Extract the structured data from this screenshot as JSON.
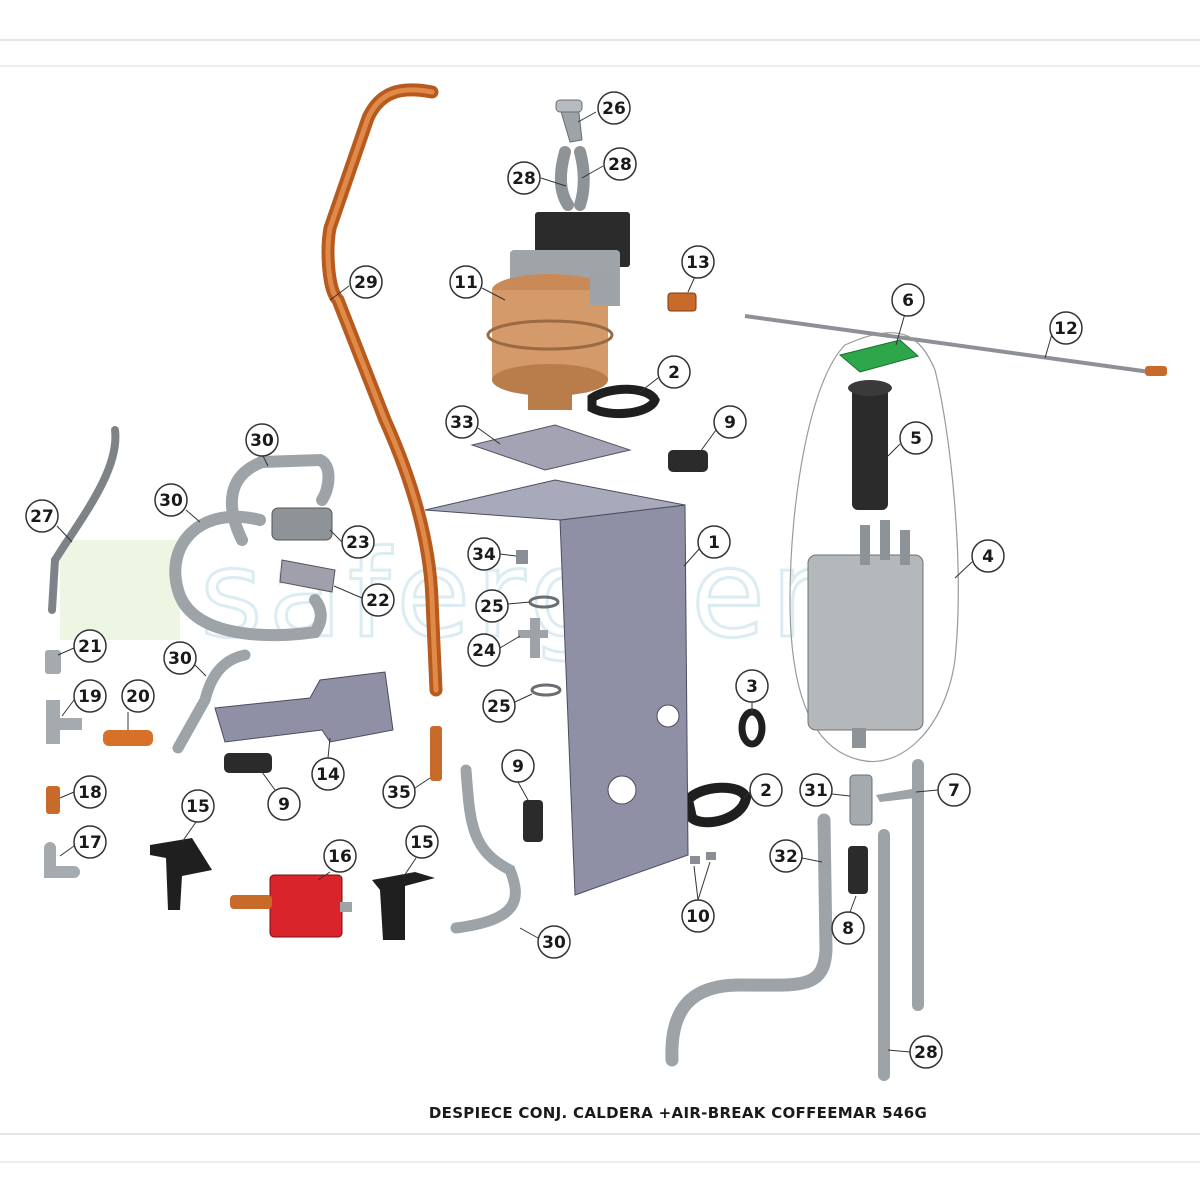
{
  "title": "DESPIECE CONJ. CALDERA +AIR-BREAK COFFEEMAR 546G",
  "watermark": "safergaer",
  "colors": {
    "copper": "#c8682a",
    "steel": "#a9adb3",
    "boiler": "#d49a6a",
    "pump_red": "#d8242a",
    "pcb_green": "#2ea64a",
    "dark_part": "#2a2a2a"
  },
  "callouts": {
    "c1": "1",
    "c2a": "2",
    "c2b": "2",
    "c3": "3",
    "c4": "4",
    "c5": "5",
    "c6": "6",
    "c7": "7",
    "c8": "8",
    "c9a": "9",
    "c9b": "9",
    "c9c": "9",
    "c10": "10",
    "c11": "11",
    "c12": "12",
    "c13": "13",
    "c14": "14",
    "c15a": "15",
    "c15b": "15",
    "c16": "16",
    "c17": "17",
    "c18": "18",
    "c19": "19",
    "c20": "20",
    "c21": "21",
    "c22": "22",
    "c23": "23",
    "c24": "24",
    "c25a": "25",
    "c25b": "25",
    "c26": "26",
    "c27": "27",
    "c28a": "28",
    "c28b": "28",
    "c28c": "28",
    "c29": "29",
    "c30a": "30",
    "c30b": "30",
    "c30c": "30",
    "c30d": "30",
    "c31": "31",
    "c32": "32",
    "c33": "33",
    "c34": "34",
    "c35": "35"
  }
}
